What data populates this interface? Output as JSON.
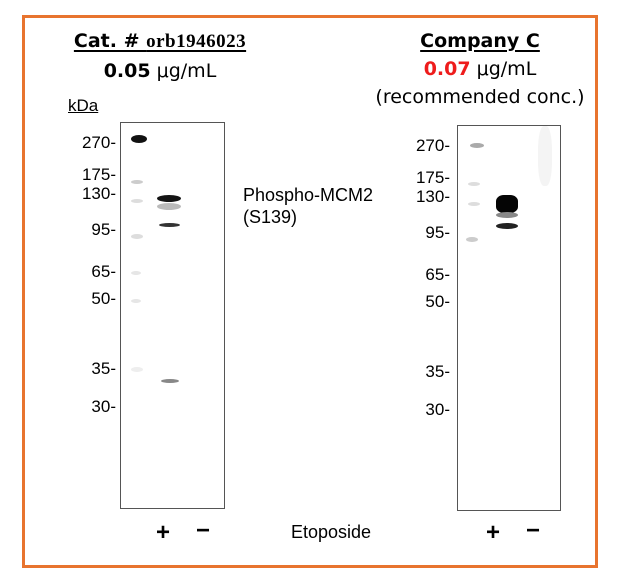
{
  "left_panel": {
    "cat_label": "Cat. # ",
    "cat_number": "orb1946023",
    "conc_value": "0.05",
    "conc_unit": " μg/mL",
    "axis_unit": "kDa",
    "markers": [
      "270-",
      "175-",
      "130-",
      "95-",
      "65-",
      "50-",
      "35-",
      "30-"
    ],
    "lanes": [
      "+",
      "−"
    ]
  },
  "right_panel": {
    "company": "Company C",
    "conc_value": "0.07",
    "conc_unit": " μg/mL",
    "note": "(recommended conc.)",
    "markers": [
      "270-",
      "175-",
      "130-",
      "95-",
      "65-",
      "50-",
      "35-",
      "30-"
    ],
    "lanes": [
      "+",
      "−"
    ]
  },
  "target": {
    "line1": "Phospho-MCM2",
    "line2": "(S139)"
  },
  "treatment": "Etoposide",
  "colors": {
    "frame": "#e8742f",
    "highlight": "#ee1c1c"
  }
}
